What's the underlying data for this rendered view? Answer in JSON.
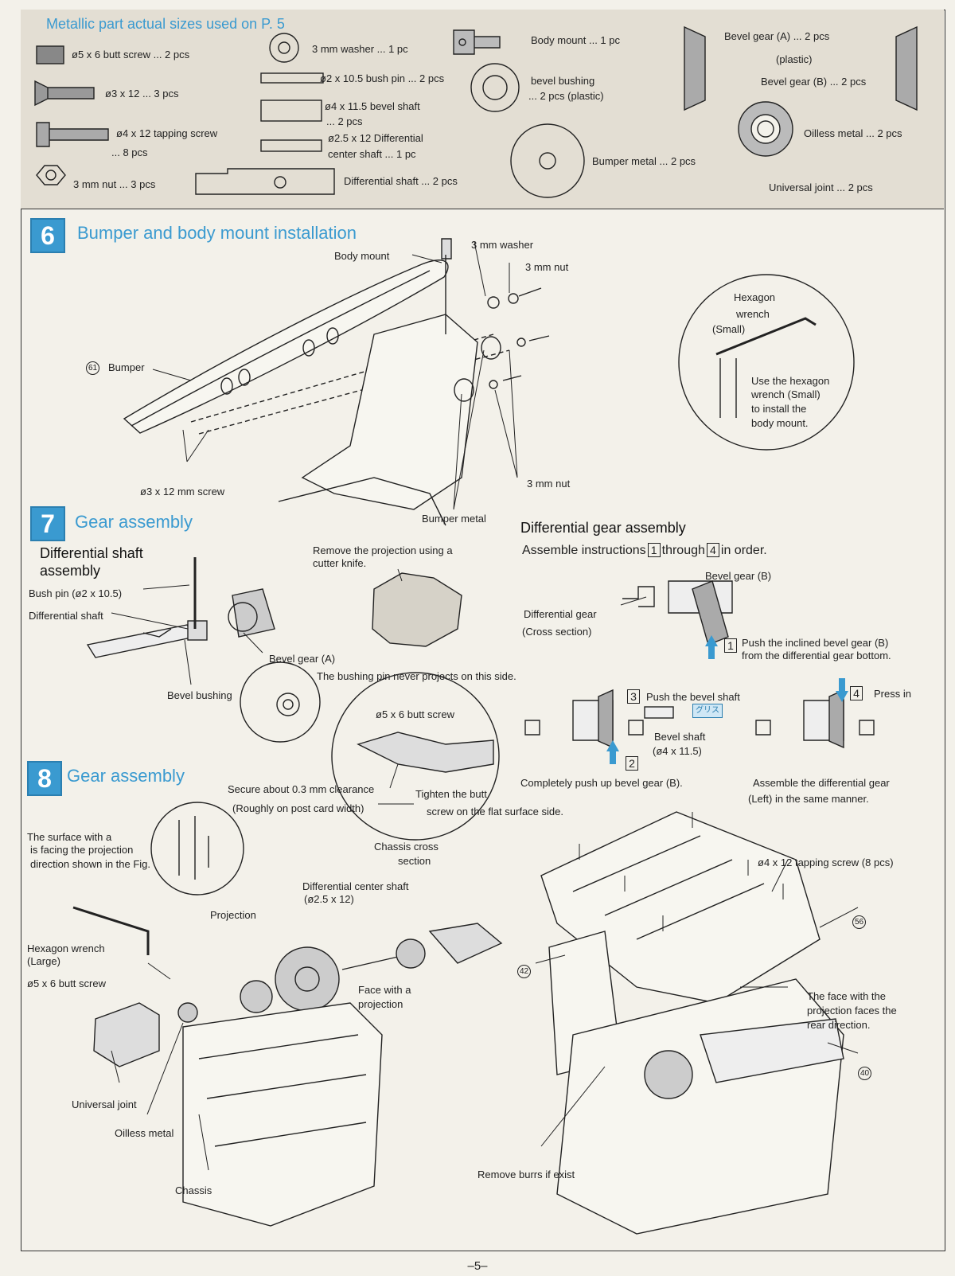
{
  "parts": {
    "title": "Metallic part actual sizes used on P. 5",
    "butt_screw": "ø5 x 6 butt screw ... 2 pcs",
    "screw_3x12": "ø3 x 12 ... 3 pcs",
    "tapping_screw_1": "ø4 x 12 tapping screw",
    "tapping_screw_2": "... 8 pcs",
    "nut": "3 mm nut ... 3 pcs",
    "washer": "3 mm washer ... 1 pc",
    "bush_pin": "ø2 x 10.5 bush pin ... 2 pcs",
    "bevel_shaft_1": "ø4 x 11.5 bevel shaft",
    "bevel_shaft_2": "... 2 pcs",
    "center_shaft_1": "ø2.5 x 12 Differential",
    "center_shaft_2": "center shaft ... 1 pc",
    "diff_shaft": "Differential shaft ... 2 pcs",
    "body_mount": "Body mount ... 1 pc",
    "bevel_bushing_1": "bevel bushing",
    "bevel_bushing_2": "... 2 pcs (plastic)",
    "bumper_metal": "Bumper metal ... 2 pcs",
    "bevel_gear_a": "Bevel gear (A) ... 2 pcs",
    "plastic": "(plastic)",
    "bevel_gear_b": "Bevel gear (B) ... 2 pcs",
    "oilless": "Oilless metal ... 2 pcs",
    "universal": "Universal joint ... 2 pcs"
  },
  "step6": {
    "num": "6",
    "title": "Bumper and body mount installation",
    "body_mount": "Body mount",
    "washer": "3 mm washer",
    "nut_top": "3 mm nut",
    "bumper_num": "61",
    "bumper": "Bumper",
    "screw": "ø3 x 12 mm screw",
    "nut_bottom": "3 mm nut",
    "bumper_metal": "Bumper metal",
    "hex_1": "Hexagon",
    "hex_2": "wrench",
    "hex_3": "(Small)",
    "use_1": "Use the hexagon",
    "use_2": "wrench (Small)",
    "use_3": "to install the",
    "use_4": "body mount."
  },
  "step7": {
    "num": "7",
    "title": "Gear assembly",
    "sub_1": "Differential shaft",
    "sub_2": "assembly",
    "bush_pin": "Bush pin (ø2 x 10.5)",
    "diff_shaft": "Differential shaft",
    "bevel_gear_a": "Bevel gear (A)",
    "bevel_bushing": "Bevel bushing",
    "remove_1": "Remove the projection using a",
    "remove_2": "cutter knife.",
    "never": "The bushing pin never projects on this side.",
    "dga_title": "Differential gear assembly",
    "dga_sub_a": "Assemble instructions",
    "dga_n1": "1",
    "dga_through": "through",
    "dga_n4": "4",
    "dga_sub_b": "in order.",
    "bevel_gear_b": "Bevel gear (B)",
    "diff_gear": "Differential gear",
    "cross": "(Cross section)",
    "n1": "1",
    "push1_1": "Push the inclined bevel gear (B)",
    "push1_2": "from the differential gear bottom.",
    "n3": "3",
    "push3": "Push the bevel shaft",
    "grease": "グリス",
    "bevel_shaft_1": "Bevel shaft",
    "bevel_shaft_2": "(ø4 x 11.5)",
    "n2": "2",
    "completely": "Completely push up bevel gear (B).",
    "n4": "4",
    "press": "Press in",
    "assemble_1": "Assemble the differential gear",
    "assemble_2": "(Left) in the same manner."
  },
  "step8": {
    "num": "8",
    "title": "Gear assembly",
    "butt_screw": "ø5 x 6 butt screw",
    "secure": "Secure about 0.3 mm clearance",
    "roughly": "(Roughly on post card width)",
    "tighten_1": "Tighten the butt",
    "tighten_2": "screw on the flat surface side.",
    "chassis_cross_1": "Chassis cross",
    "chassis_cross_2": "section",
    "surface_1": "The surface with a",
    "surface_2": "is facing the projection",
    "surface_3": "direction shown in the Fig.",
    "projection": "Projection",
    "center_shaft_1": "Differential center shaft",
    "center_shaft_2": "(ø2.5 x 12)",
    "hex_1": "Hexagon wrench",
    "hex_2": "(Large)",
    "butt_screw_2": "ø5 x 6 butt screw",
    "face_1": "Face with a",
    "face_2": "projection",
    "universal": "Universal joint",
    "oilless": "Oilless metal",
    "chassis": "Chassis",
    "tapping": "ø4 x 12 tapping screw (8 pcs)",
    "num56": "56",
    "num42": "42",
    "num40": "40",
    "face_rear_1": "The face with the",
    "face_rear_2": "projection faces the",
    "face_rear_3": "rear direction.",
    "burrs": "Remove burrs if exist"
  },
  "page": "–5–",
  "colors": {
    "accent": "#3a9ad0",
    "paper": "#f3f1ea",
    "parts_bg": "#e3ded3"
  }
}
